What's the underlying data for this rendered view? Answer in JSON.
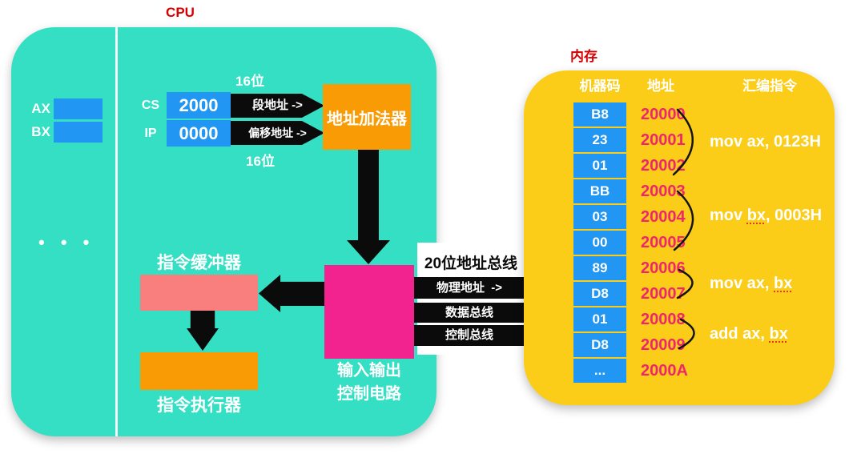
{
  "colors": {
    "cpu_background": "#35DFC4",
    "memory_background": "#FBCD18",
    "register_blue": "#2196F3",
    "adder_orange": "#F89B05",
    "buffer_salmon": "#F97F7E",
    "io_magenta": "#F2238E",
    "title_red": "#D70000",
    "address_pink": "#F0256D",
    "bus_black": "#0B0B0B"
  },
  "cpu": {
    "title": "CPU",
    "ax_label": "AX",
    "bx_label": "BX",
    "ellipsis": "• • •",
    "cs_label": "CS",
    "cs_value": "2000",
    "ip_label": "IP",
    "ip_value": "0000",
    "bits_top": "16位",
    "bits_bottom": "16位",
    "segment_arrow_label": "段地址 ->",
    "offset_arrow_label": "偏移地址 ->",
    "adder_label": "地址加法器",
    "buffer_label": "指令缓冲器",
    "executor_label": "指令执行器",
    "io_controller_line1": "输入输出",
    "io_controller_line2": "控制电路"
  },
  "bus": {
    "title": "20位地址总线",
    "bars": [
      "物理地址  ->",
      "数据总线",
      "控制总线"
    ]
  },
  "memory": {
    "title": "内存",
    "headers": [
      "机器码",
      "地址",
      "汇编指令"
    ],
    "rows": [
      {
        "code": "B8",
        "addr": "20000"
      },
      {
        "code": "23",
        "addr": "20001"
      },
      {
        "code": "01",
        "addr": "20002"
      },
      {
        "code": "BB",
        "addr": "20003"
      },
      {
        "code": "03",
        "addr": "20004"
      },
      {
        "code": "00",
        "addr": "20005"
      },
      {
        "code": "89",
        "addr": "20006"
      },
      {
        "code": "D8",
        "addr": "20007"
      },
      {
        "code": "01",
        "addr": "20008"
      },
      {
        "code": "D8",
        "addr": "20009"
      },
      {
        "code": "...",
        "addr": "2000A"
      }
    ],
    "instructions": [
      {
        "pre": "mov ax, 0123H",
        "u": "",
        "post": ""
      },
      {
        "pre": "mov ",
        "u": "bx",
        "post": ", 0003H"
      },
      {
        "pre": "mov ax, ",
        "u": "bx",
        "post": ""
      },
      {
        "pre": "add ax, ",
        "u": "bx",
        "post": ""
      }
    ]
  }
}
